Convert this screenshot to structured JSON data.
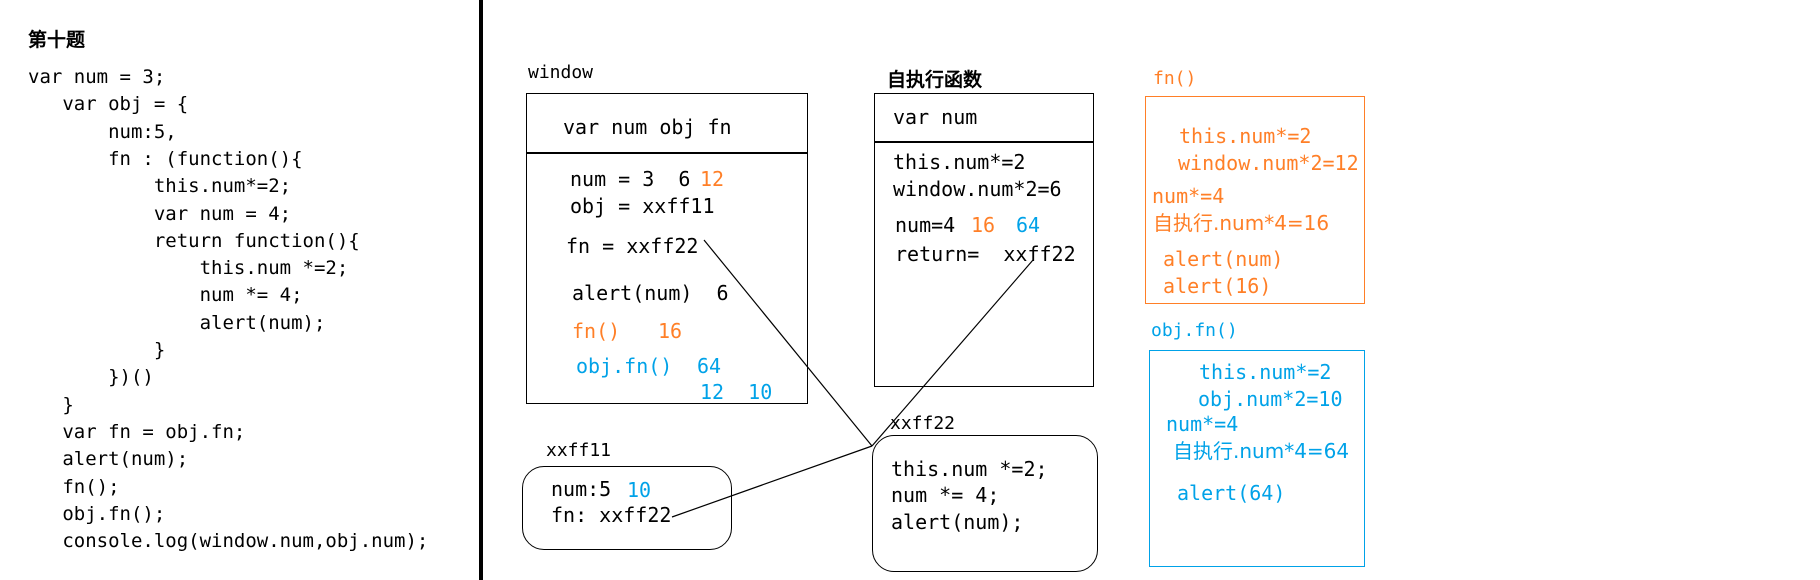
{
  "title": "第十题",
  "code_lines": [
    "var num = 3;",
    "   var obj = {",
    "       num:5,",
    "       fn : (function(){",
    "           this.num*=2;",
    "           var num = 4;",
    "           return function(){",
    "               this.num *=2;",
    "               num *= 4;",
    "               alert(num);",
    "           }",
    "       })()",
    "   }",
    "   var fn = obj.fn;",
    "   alert(num);",
    "   fn();",
    "   obj.fn();",
    "   console.log(window.num,obj.num);"
  ],
  "window_box": {
    "label": "window",
    "header": "var num obj fn",
    "num_line": "num = 3  6",
    "num_orange": "12",
    "obj_line": "obj = xxff11",
    "fn_line": "fn = xxff22",
    "alert_line": "alert(num)  6",
    "fn_call": "fn()",
    "fn_call_val": "16",
    "objfn_call": "obj.fn()",
    "objfn_call_val": "64",
    "objfn_extra": "12  10"
  },
  "xxff11_box": {
    "label": "xxff11",
    "num_line": "num:5",
    "num_blue": "10",
    "fn_line": "fn: xxff22"
  },
  "iife_box": {
    "label": "自执行函数",
    "header": "var num",
    "line1": "this.num*=2",
    "line2": "window.num*2=6",
    "num_line": "num=4",
    "num_orange": "16",
    "num_blue": "64",
    "return_line": "return=  xxff22"
  },
  "xxff22_box": {
    "label": "xxff22",
    "line1": "this.num *=2;",
    "line2": "num *= 4;",
    "line3": "alert(num);"
  },
  "fn_panel": {
    "label": "fn()",
    "line1": "this.num*=2",
    "line2": "window.num*2=12",
    "line3": "num*=4",
    "line4": "自执行.num*4=16",
    "line5": "alert(num)",
    "line6": "alert(16)"
  },
  "objfn_panel": {
    "label": "obj.fn()",
    "line1": "this.num*=2",
    "line2": "obj.num*2=10",
    "line3": "num*=4",
    "line4": "自执行.num*4=64",
    "line5": "alert(64)"
  },
  "colors": {
    "text": "#000000",
    "orange": "#ff7f27",
    "blue": "#00a2e8"
  }
}
